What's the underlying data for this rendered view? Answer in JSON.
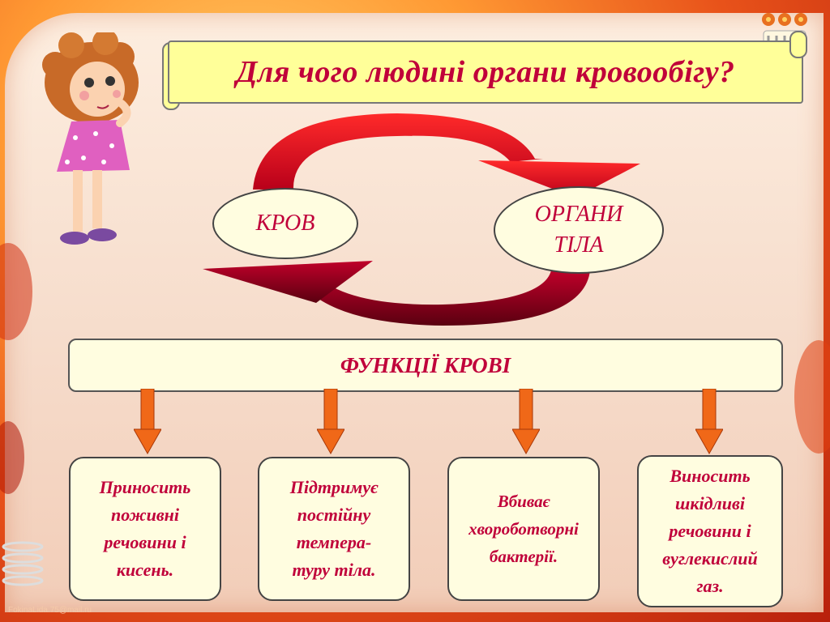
{
  "title": "Для чого людині органи кровообігу?",
  "cycle": {
    "left_node": "КРОВ",
    "right_node_line1": "ОРГАНИ",
    "right_node_line2": "ТІЛА"
  },
  "functions_header": "ФУНКЦІЇ КРОВІ",
  "functions": [
    "Приносить\nпоживні\nречовини і\nкисень.",
    "Підтримує\nпостійну\nтемпера-\nтуру тіла.",
    "Вбиває\nхвороботворні\nбактерії.",
    "Виносить\nшкідливі\nречовини і\nвуглекислий\nгаз."
  ],
  "watermark": "FokinaLida.75@mail.ru",
  "colors": {
    "text_accent": "#c0003a",
    "title_banner": "#ffff99",
    "box_fill": "#fffde0",
    "arrow_top": "#d4001a",
    "arrow_bottom": "#8a0020",
    "down_arrow": "#f06818"
  }
}
